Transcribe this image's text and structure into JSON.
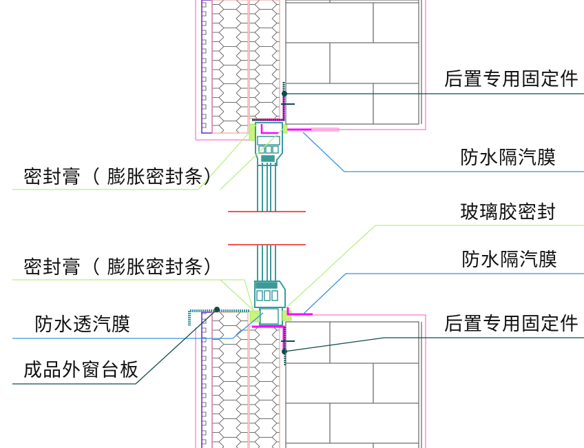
{
  "title": "窗台节点构造详图",
  "colors": {
    "background": "#ffffff",
    "masonry": "#6e6e6e",
    "insulation_hex": "#6e6e6e",
    "insulation_border": "#f4a0a0",
    "finish_layer": "#6a1fc8",
    "outline_pink": "#ff8ad8",
    "membrane_magenta": "#ff00ff",
    "window_frame": "#3a9a9a",
    "anchor": "#0d4a4a",
    "sealant_green": "#c8f57a",
    "leader_green": "#b8ef80",
    "leader_blue": "#3a8fe8",
    "leader_dark": "#0d4a4a",
    "glass_edge": "#ee1c1c",
    "text": "#111111"
  },
  "labels": {
    "top_fixing": "后置专用固定件",
    "top_vapor_barrier": "防水隔汽膜",
    "top_sealant": "密封膏（ 膨胀密封条）",
    "glass_sealant": "玻璃胶密封",
    "bottom_vapor_barrier": "防水隔汽膜",
    "bottom_sealant": "密封膏（ 膨胀密封条）",
    "bottom_fixing": "后置专用固定件",
    "breathable_membrane": "防水透汽膜",
    "window_sill": "成品外窗台板"
  }
}
